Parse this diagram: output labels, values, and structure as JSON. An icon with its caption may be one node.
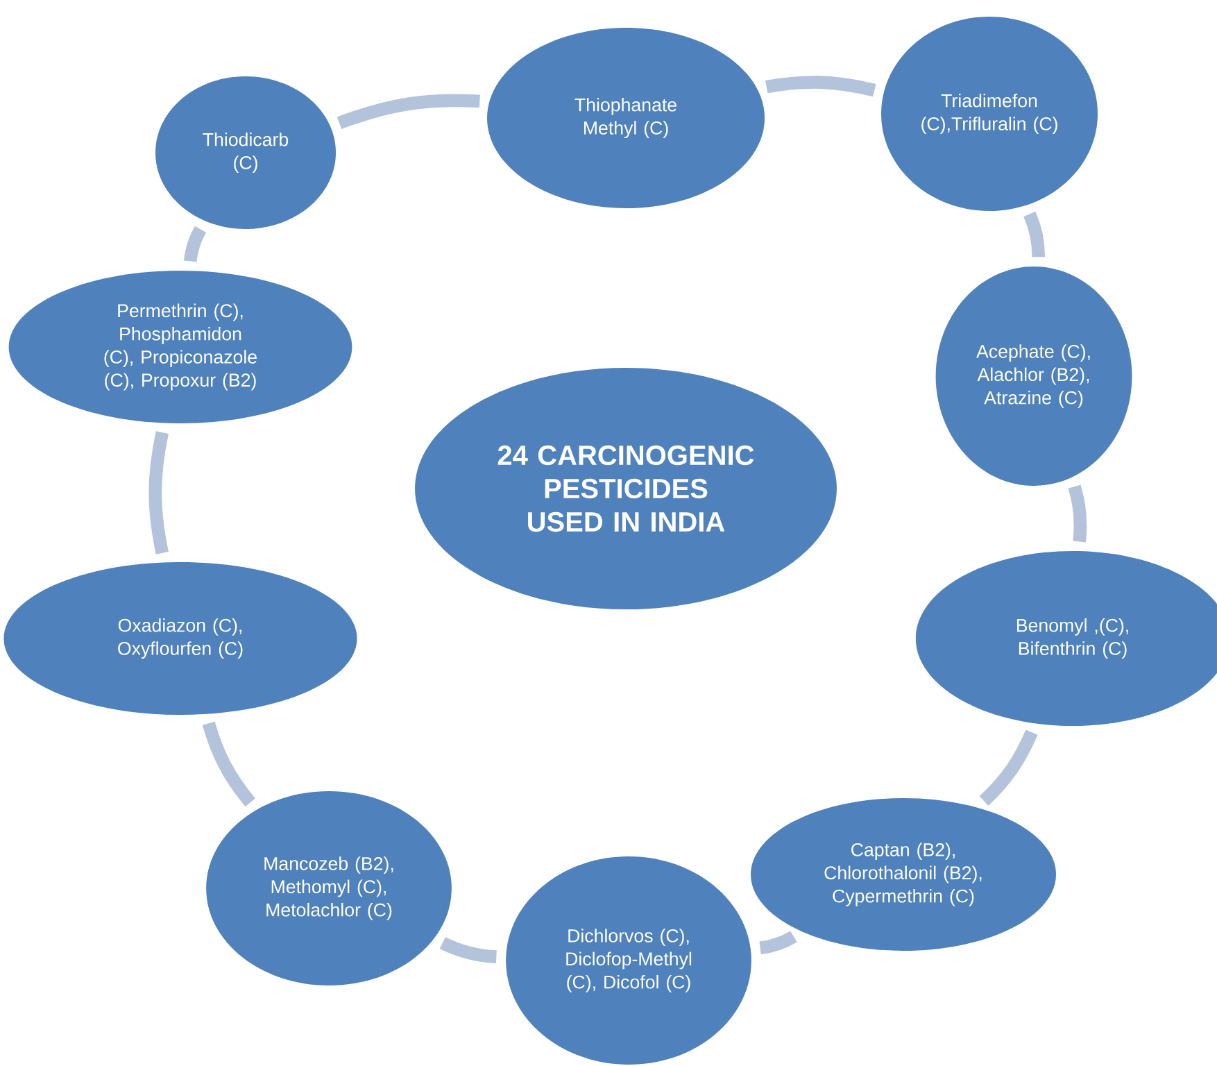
{
  "diagram": {
    "nodes": [
      {
        "text": [
          "24 CARCINOGENIC PESTICIDES USED IN INDIA"
        ]
      },
      {
        "text": [
          "Thiophanate Methyl (C)"
        ]
      },
      {
        "text": [
          "Triadimefon (C),Trifluralin (C)"
        ]
      },
      {
        "text": [
          "Acephate (C), Alachlor (B2), Atrazine (C)"
        ]
      },
      {
        "text": [
          "Benomyl ,(C), Bifenthrin (C)"
        ]
      },
      {
        "text": [
          "Captan (B2), Chlorothalonil (B2), Cypermethrin (C)"
        ]
      },
      {
        "text": [
          "Dichlorvos (C), Diclofop-Methyl (C), Dicofol (C)"
        ]
      },
      {
        "text": [
          "Mancozeb (B2), Methomyl (C), Metolachlor (C)"
        ]
      },
      {
        "text": [
          "Oxadiazon (C), Oxyflourfen (C)"
        ]
      },
      {
        "text": [
          "Permethrin (C), Phosphamidon (C), Propiconazole (C), Propoxur (B2)"
        ]
      },
      {
        "text": [
          "Thiodicarb (C)"
        ]
      }
    ],
    "edges": [
      {
        "from": 1,
        "to": 2,
        "arrow": "none"
      },
      {
        "from": 2,
        "to": 3,
        "arrow": "none"
      },
      {
        "from": 3,
        "to": 4,
        "arrow": "none"
      },
      {
        "from": 4,
        "to": 5,
        "arrow": "none"
      },
      {
        "from": 5,
        "to": 6,
        "arrow": "none"
      },
      {
        "from": 6,
        "to": 7,
        "arrow": "none"
      },
      {
        "from": 7,
        "to": 8,
        "arrow": "none"
      },
      {
        "from": 8,
        "to": 9,
        "arrow": "none"
      },
      {
        "from": 9,
        "to": 10,
        "arrow": "none"
      },
      {
        "from": 10,
        "to": 1,
        "arrow": "none"
      }
    ]
  }
}
